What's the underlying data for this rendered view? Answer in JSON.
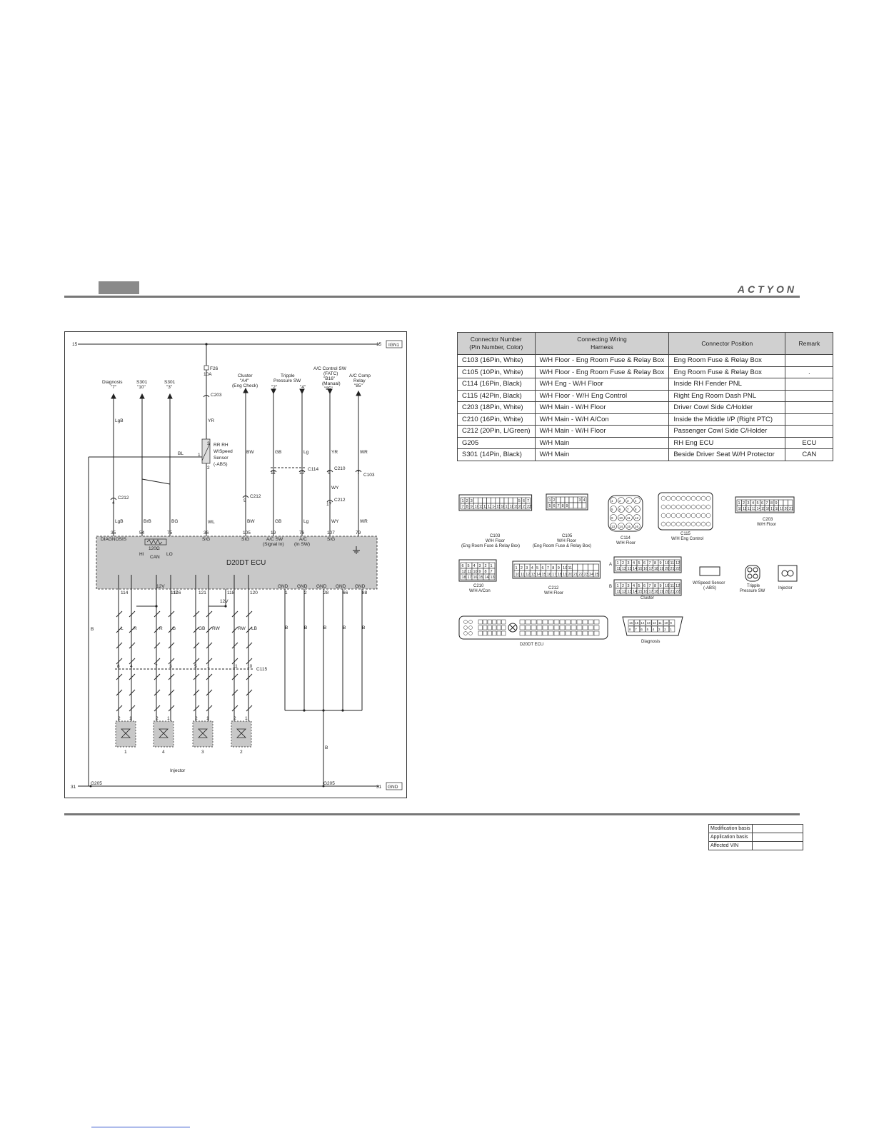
{
  "header": {
    "brand": "ACTYON"
  },
  "diagram": {
    "top_bus": {
      "left_num": "15",
      "right_num": "15",
      "label": "IGN1"
    },
    "bottom_bus": {
      "left_num": "31",
      "right_num": "31",
      "label": "GND",
      "ground_left": "G205",
      "ground_right": "G205"
    },
    "fuse": {
      "name": "F26",
      "rating": "10A"
    },
    "destinations": {
      "diagnosis": [
        "Diagnosis",
        "\"7\""
      ],
      "s301_10": [
        "S301",
        "\"10\""
      ],
      "s301_3": [
        "S301",
        "\"3\""
      ],
      "cluster": [
        "Cluster",
        "\"A4\"",
        "(Eng Check)"
      ],
      "tripple": [
        "Tripple",
        "Pressure SW",
        "\"2\"",
        "\"4\""
      ],
      "ac_ctrl": [
        "A/C Control SW",
        "(FATC)",
        "\"B16\"",
        "(Manual)",
        "\"85\""
      ],
      "ac_relay": [
        "A/C Comp",
        "Relay",
        "\"85\""
      ]
    },
    "sensor": [
      "RR RH",
      "W/Speed",
      "Sensor",
      "(-ABS)"
    ],
    "wires": {
      "lgb": "LgB",
      "yr": "YR",
      "bl": "BL",
      "bw": "BW",
      "gb": "GB",
      "lg": "Lg",
      "yr2": "YR",
      "wr": "WR",
      "brb": "BrB",
      "bg": "BG",
      "wl": "WL",
      "wy": "WY",
      "b": "B",
      "l": "L",
      "r": "R",
      "g": "G",
      "gb2": "GB",
      "rw": "RW",
      "lb": "LB"
    },
    "connectors": {
      "c203": "C203",
      "c212": "C212",
      "c114": "C114",
      "c210": "C210",
      "c103": "C103",
      "c115": "C115"
    },
    "ecu": {
      "name": "D20DT ECU",
      "top_pins": [
        "35",
        "54",
        "75",
        "36",
        "105",
        "19",
        "76",
        "107",
        "79"
      ],
      "top_labels": [
        "DIAGNOSIS",
        "SIG",
        "SIG",
        "A/C SW",
        "(Signal In)",
        "A/C",
        "(In SW)",
        "SIG"
      ],
      "can": [
        "120Ω",
        "HI",
        "CAN",
        "LO"
      ],
      "bottom_pins": [
        "114",
        "117",
        "116",
        "121",
        "118",
        "120",
        "1",
        "2",
        "28",
        "66",
        "88"
      ],
      "twelve_v": "12V",
      "gnd": "GND"
    },
    "injectors": {
      "numbers": [
        "1",
        "4",
        "3",
        "2"
      ],
      "label": "Injector",
      "c115_pins": [
        "8",
        "4",
        "7",
        "3",
        "5",
        "1",
        "11",
        "10"
      ],
      "pin_top": [
        "2",
        "1"
      ]
    },
    "inner_pins": {
      "p3": "3",
      "p1": "1",
      "p2": "2",
      "p4": "4",
      "p11": "11",
      "p10": "10",
      "p9": "9",
      "p17": "17",
      "p7": "7"
    }
  },
  "connector_table": {
    "headers": [
      "Connector Number\n(Pin Number, Color)",
      "Connecting Wiring\nHarness",
      "Connector Position",
      "Remark"
    ],
    "rows": [
      [
        "C103 (16Pin, White)",
        "W/H Floor - Eng Room Fuse & Relay Box",
        "Eng Room Fuse & Relay Box",
        ""
      ],
      [
        "C105 (10Pin, White)",
        "W/H Floor - Eng Room Fuse & Relay Box",
        "Eng Room Fuse & Relay Box",
        "."
      ],
      [
        "C114 (16Pin, Black)",
        "W/H Eng - W/H Floor",
        "Inside RH Fender PNL",
        ""
      ],
      [
        "C115 (42Pin, Black)",
        "W/H Floor - W/H Eng Control",
        "Right Eng Room Dash PNL",
        ""
      ],
      [
        "C203 (18Pin, White)",
        "W/H Main - W/H Floor",
        "Driver Cowl Side C/Holder",
        ""
      ],
      [
        "C210 (16Pin, White)",
        "W/H Main - W/H A/Con",
        "Inside the Middle I/P (Right PTC)",
        ""
      ],
      [
        "C212 (20Pin, L/Green)",
        "W/H Main - W/H Floor",
        "Passenger Cowl Side C/Holder",
        ""
      ],
      [
        "G205",
        "W/H Main",
        "RH Eng ECU",
        "ECU"
      ],
      [
        "S301 (14Pin, Black)",
        "W/H Main",
        "Beside Driver Seat W/H Protector",
        "CAN"
      ]
    ]
  },
  "connector_views": {
    "c103": [
      "C103",
      "W/H Floor",
      "(Eng Room Fuse & Relay Box)"
    ],
    "c105": [
      "C105",
      "W/H Floor",
      "(Eng Room Fuse & Relay Box)"
    ],
    "c114": [
      "C114",
      "W/H Floor"
    ],
    "c115": [
      "C115",
      "W/H Eng Control"
    ],
    "c203": [
      "C203",
      "W/H Floor"
    ],
    "c210": [
      "C210",
      "W/H A/Con"
    ],
    "c212": [
      "C212",
      "W/H Floor"
    ],
    "cluster": [
      "Cluster"
    ],
    "wspeed": [
      "W/Speed Sensor",
      "(-ABS)"
    ],
    "tripple": [
      "Tripple",
      "Pressure SW"
    ],
    "injector": [
      "Injector"
    ],
    "ecu": [
      "D20DT ECU"
    ],
    "diagnosis": [
      "Diagnosis"
    ],
    "row_a": "A",
    "row_b": "B"
  },
  "modification": {
    "rows": [
      [
        "Modification basis",
        ""
      ],
      [
        "Application basis",
        ""
      ],
      [
        "Affected VIN",
        ""
      ]
    ]
  }
}
